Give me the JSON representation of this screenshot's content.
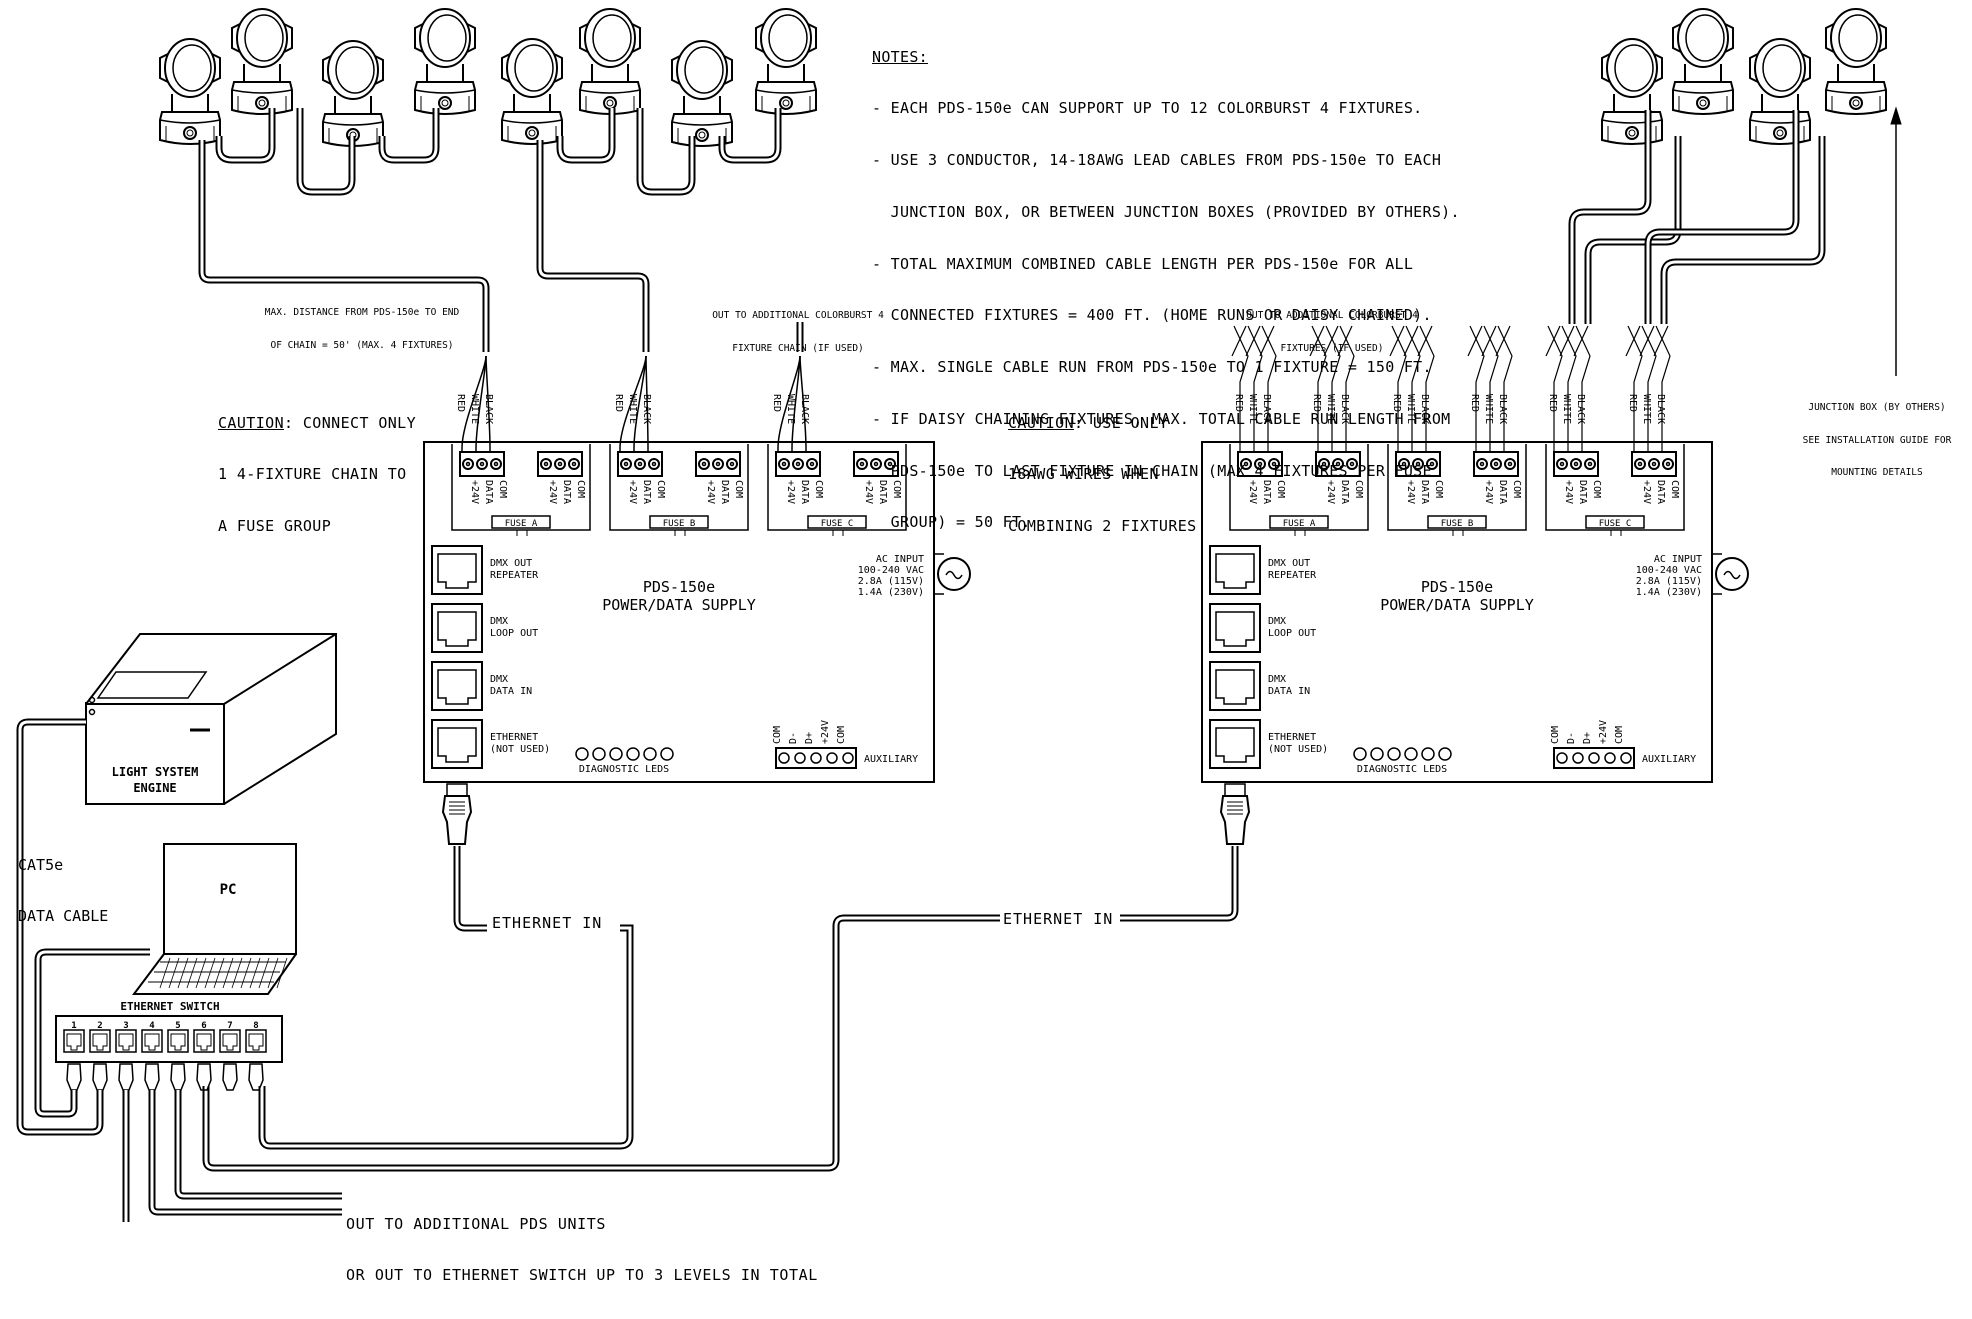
{
  "notes": {
    "heading": "NOTES:",
    "lines": [
      "- EACH PDS-150e CAN SUPPORT UP TO 12 COLORBURST 4 FIXTURES.",
      "- USE 3 CONDUCTOR, 14-18AWG LEAD CABLES FROM PDS-150e TO EACH",
      "  JUNCTION BOX, OR BETWEEN JUNCTION BOXES (PROVIDED BY OTHERS).",
      "- TOTAL MAXIMUM COMBINED CABLE LENGTH PER PDS-150e FOR ALL",
      "  CONNECTED FIXTURES = 400 FT. (HOME RUNS OR DAISY CHAINED).",
      "- MAX. SINGLE CABLE RUN FROM PDS-150e TO 1 FIXTURE = 150 FT.",
      "- IF DAISY CHAINING FIXTURES, MAX. TOTAL CABLE RUN LENGTH FROM",
      "  PDS-150e TO LAST FIXTURE IN CHAIN (MAX 4 FIXTURES PER FUSE",
      "  GROUP) = 50 FT."
    ]
  },
  "annotations": {
    "max_distance": [
      "MAX. DISTANCE FROM PDS-150e TO END",
      "OF CHAIN = 50' (MAX. 4 FIXTURES)"
    ],
    "out_additional_chain": [
      "OUT TO ADDITIONAL COLORBURST 4",
      "FIXTURE CHAIN (IF USED)"
    ],
    "out_additional_fixtures": [
      "OUT TO ADDITIONAL COLORBURST 4",
      "FIXTURES (IF USED)"
    ],
    "junction_box": [
      "JUNCTION BOX (BY OTHERS)",
      "SEE INSTALLATION GUIDE FOR",
      "MOUNTING DETAILS"
    ],
    "caution_left_word": "CAUTION",
    "caution_left_lines": [
      ": CONNECT ONLY",
      "1 4-FIXTURE CHAIN TO",
      "A FUSE GROUP"
    ],
    "caution_right_word": "CAUTION",
    "caution_right_lines": [
      ": USE ONLY",
      "18AWG WIRES WHEN",
      "COMBINING 2 FIXTURES"
    ],
    "ethernet_in": "ETHERNET IN",
    "cat5e": [
      "CAT5e",
      "DATA CABLE"
    ],
    "bottom_lines": [
      "OUT TO ADDITIONAL PDS UNITS",
      "OR OUT TO ETHERNET SWITCH UP TO 3 LEVELS IN TOTAL"
    ]
  },
  "wire_labels": [
    "RED",
    "WHITE",
    "BLACK"
  ],
  "terminal_labels": [
    "+24V",
    "DATA",
    "COM"
  ],
  "pds": {
    "model": "PDS-150e",
    "subtitle": "POWER/DATA SUPPLY",
    "fuses": [
      "FUSE A",
      "FUSE B",
      "FUSE C"
    ],
    "ports": [
      [
        "DMX OUT",
        "REPEATER"
      ],
      [
        "DMX",
        "LOOP OUT"
      ],
      [
        "DMX",
        "DATA IN"
      ],
      [
        "ETHERNET",
        "(NOT USED)"
      ]
    ],
    "ac_input": [
      "AC INPUT",
      "100-240 VAC",
      "2.8A (115V)",
      "1.4A (230V)"
    ],
    "diagnostic": "DIAGNOSTIC LEDS",
    "auxiliary": "AUXILIARY",
    "aux_pins": [
      "COM",
      "D-",
      "D+",
      "+24V",
      "COM"
    ]
  },
  "devices": {
    "engine": [
      "LIGHT SYSTEM",
      "ENGINE"
    ],
    "pc": "PC",
    "switch": "ETHERNET SWITCH",
    "switch_ports": [
      "1",
      "2",
      "3",
      "4",
      "5",
      "6",
      "7",
      "8"
    ]
  }
}
